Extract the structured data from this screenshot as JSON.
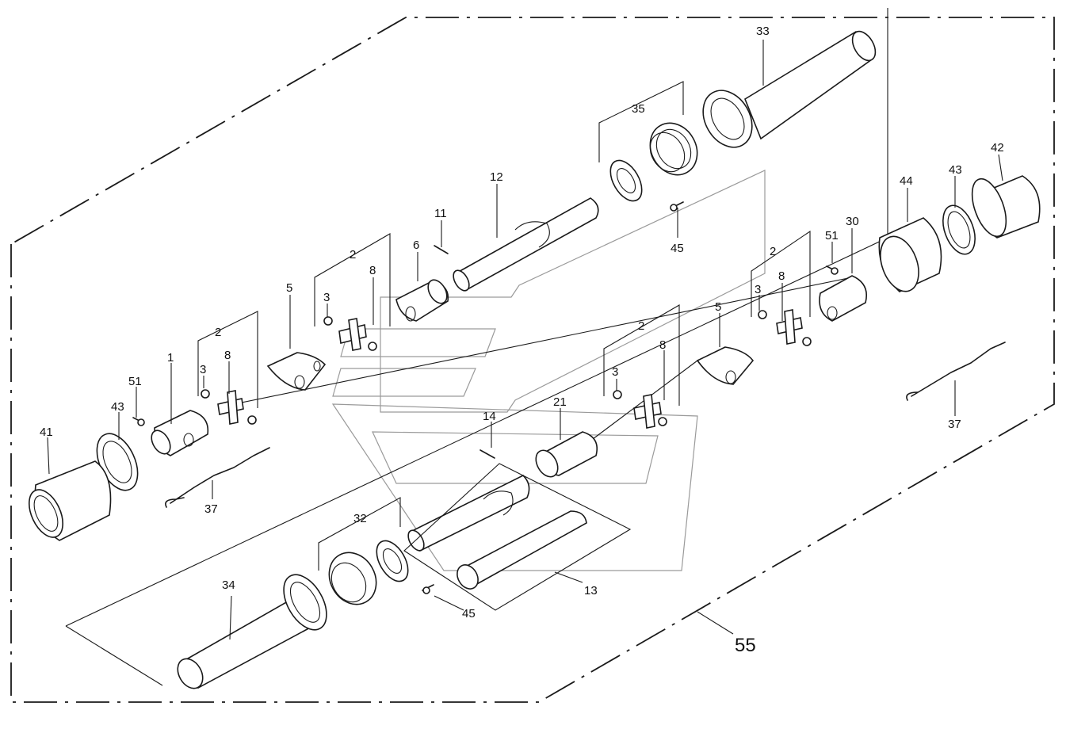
{
  "labels": {
    "p33": "33",
    "p35": "35",
    "p12": "12",
    "p11": "11",
    "p45a": "45",
    "p42": "42",
    "p43a": "43",
    "p44": "44",
    "p51a": "51",
    "p30": "30",
    "p2a": "2",
    "p8a": "8",
    "p3a": "3",
    "p6": "6",
    "p5a": "5",
    "p2b": "2",
    "p3b": "3",
    "p8b": "8",
    "p5b": "5",
    "p2c": "2",
    "p3c": "3",
    "p8c": "8",
    "p1": "1",
    "p51b": "51",
    "p43b": "43",
    "p41": "41",
    "p37a": "37",
    "p2d": "2",
    "p3d": "3",
    "p8d": "8",
    "p21": "21",
    "p14": "14",
    "p37b": "37",
    "p32": "32",
    "p34": "34",
    "p13": "13",
    "p45b": "45",
    "p55": "55"
  }
}
